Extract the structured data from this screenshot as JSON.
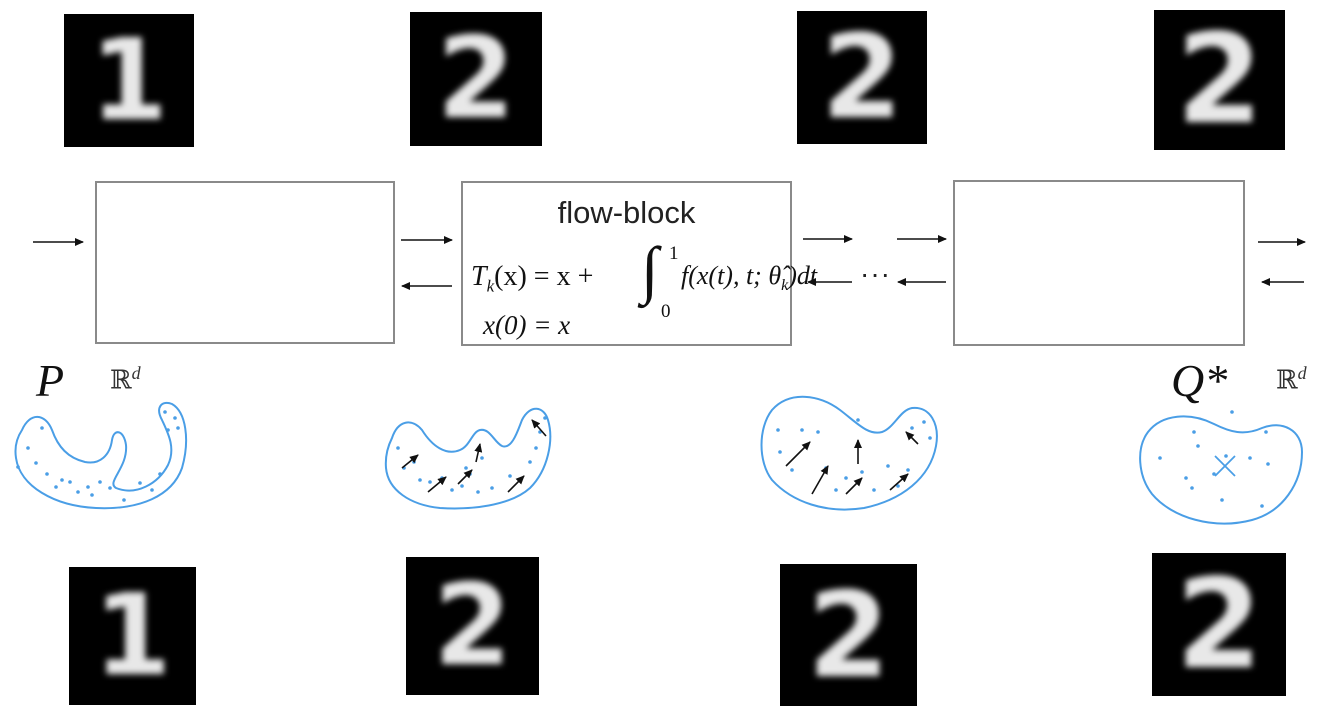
{
  "top_row": [
    "1",
    "2",
    "2",
    "2"
  ],
  "bottom_row": [
    "1",
    "2",
    "2",
    "2"
  ],
  "flow_block": {
    "title": "flow-block",
    "equation_lhs": "T",
    "equation_sub": "k",
    "equation_arg": "(x) = x +",
    "integral_upper": "1",
    "integral_lower": "0",
    "integrand": "f(x(t), t; θ̂",
    "integrand_sub": "k",
    "integrand_end": ")dt",
    "init": "x(0) = x"
  },
  "ellipsis": "···",
  "labels": {
    "source": "P",
    "target": "Q*",
    "space": "ℝ",
    "space_sup": "d"
  },
  "colors": {
    "blob": "#4a9ee6",
    "box_border": "#8a8a8a",
    "arrow": "#111111"
  }
}
